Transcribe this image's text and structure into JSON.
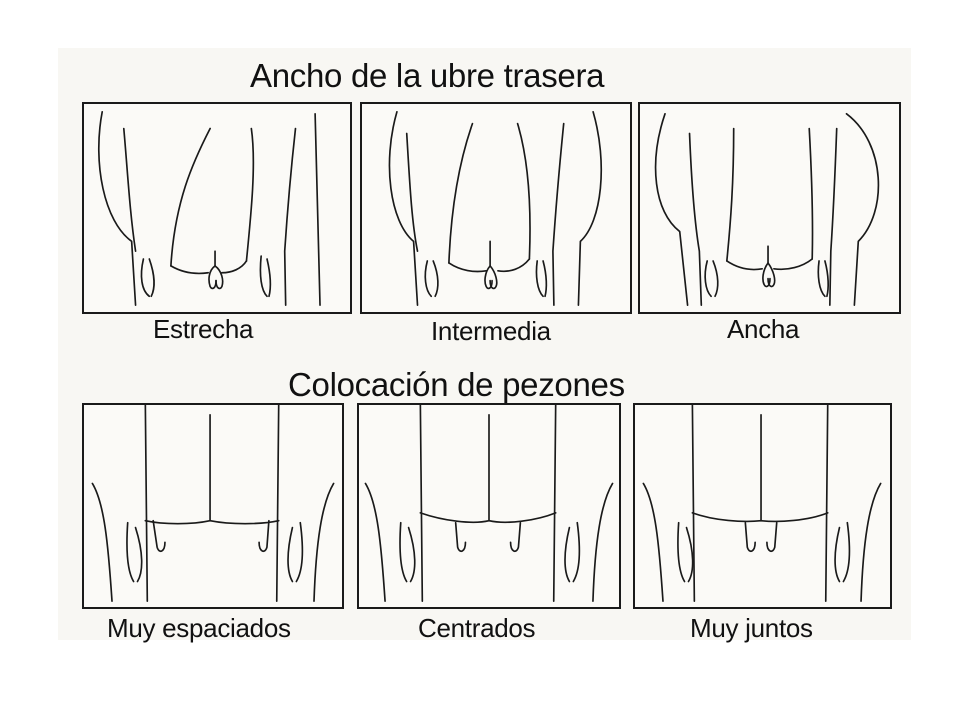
{
  "sections": [
    {
      "title": "Ancho de la ubre trasera",
      "panels": [
        {
          "label": "Estrecha"
        },
        {
          "label": "Intermedia"
        },
        {
          "label": "Ancha"
        }
      ]
    },
    {
      "title": "Colocación de pezones",
      "panels": [
        {
          "label": "Muy espaciados"
        },
        {
          "label": "Centrados"
        },
        {
          "label": "Muy juntos"
        }
      ]
    }
  ]
}
